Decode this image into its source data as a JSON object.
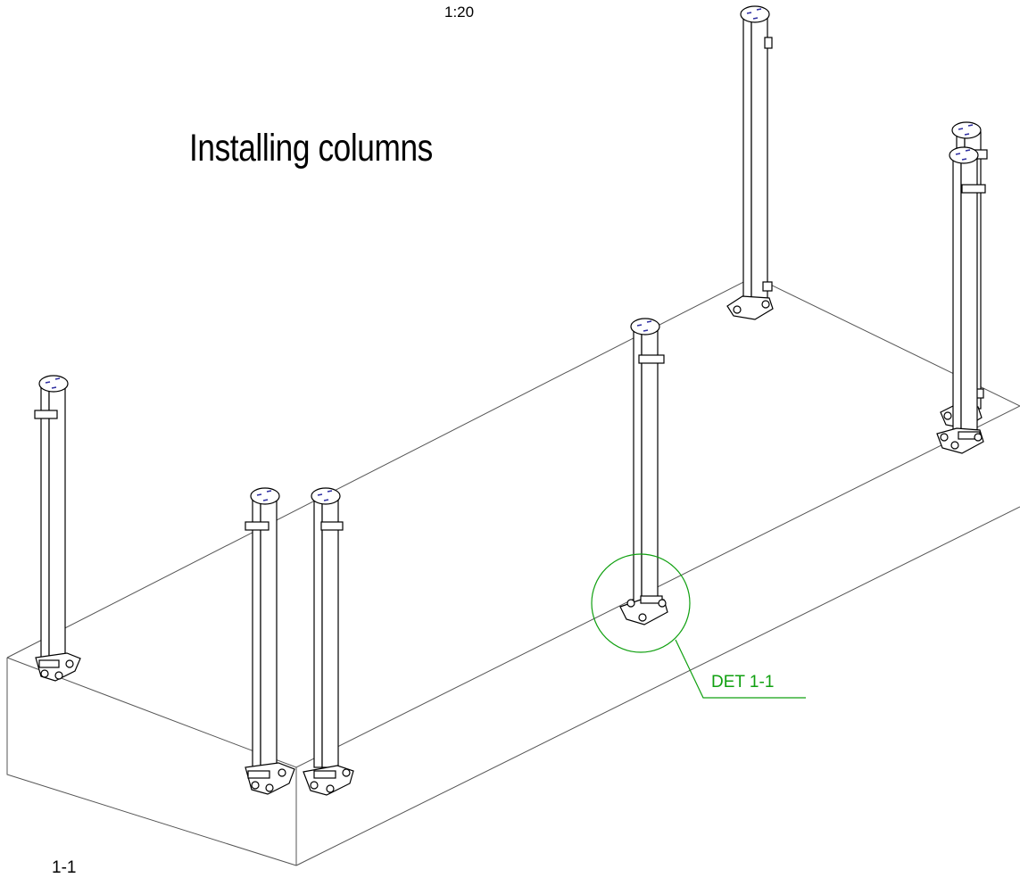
{
  "drawing": {
    "scale": "1:20",
    "title": "Installing columns",
    "detail_callout": "DET 1-1",
    "view_label": "1-1",
    "colors": {
      "lines": "#000000",
      "slab": "#555555",
      "detail": "#10a010",
      "cap_marks": "#2e2ea0"
    }
  }
}
